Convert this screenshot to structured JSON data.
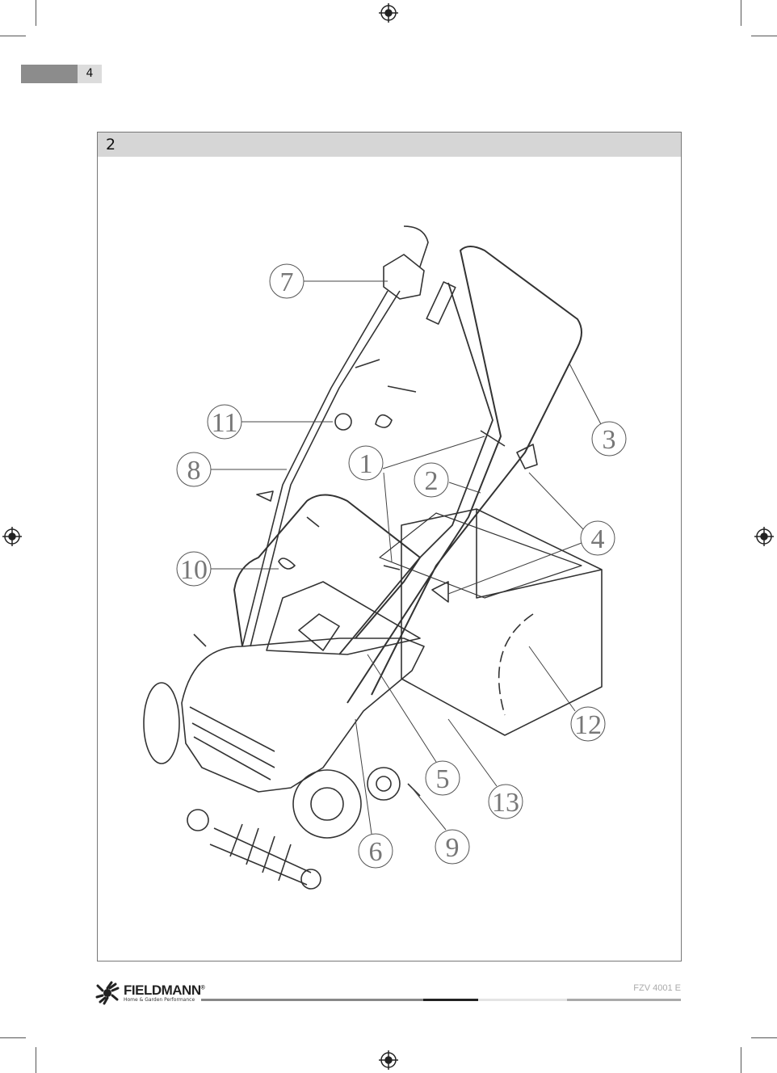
{
  "page": {
    "number": "4"
  },
  "figure": {
    "label": "2",
    "callouts": [
      "1",
      "2",
      "3",
      "4",
      "5",
      "6",
      "7",
      "8",
      "9",
      "10",
      "11",
      "12",
      "13"
    ]
  },
  "footer": {
    "brand": "FIELDMANN",
    "brand_mark": "®",
    "tagline": "Home & Garden Performance",
    "model": "FZV 4001 E"
  }
}
